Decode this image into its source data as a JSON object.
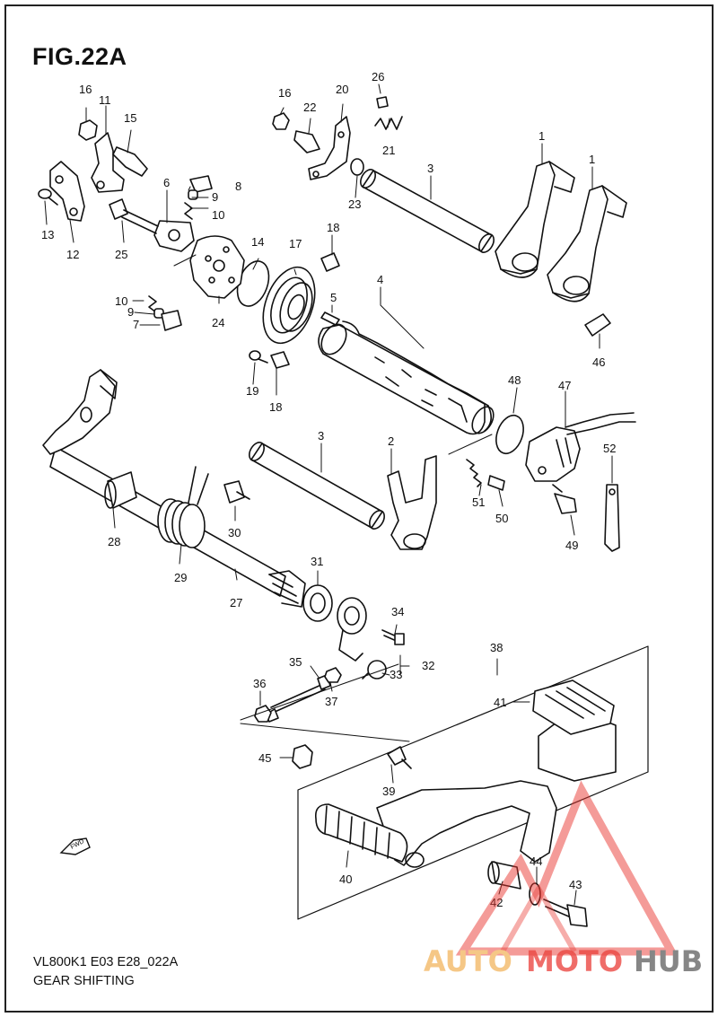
{
  "figure": {
    "title": "FIG.22A",
    "model_code": "VL800K1 E03 E28_022A",
    "section_name": "GEAR SHIFTING",
    "fwd_label": "FWD"
  },
  "callouts": [
    "1",
    "1",
    "2",
    "3",
    "3",
    "4",
    "5",
    "6",
    "7",
    "8",
    "9",
    "9",
    "10",
    "10",
    "11",
    "12",
    "13",
    "14",
    "15",
    "16",
    "16",
    "17",
    "18",
    "18",
    "19",
    "20",
    "21",
    "22",
    "23",
    "24",
    "25",
    "26",
    "27",
    "28",
    "29",
    "30",
    "31",
    "32",
    "33",
    "34",
    "35",
    "36",
    "37",
    "38",
    "39",
    "40",
    "41",
    "42",
    "43",
    "44",
    "45",
    "46",
    "47",
    "48",
    "49",
    "50",
    "51",
    "52"
  ],
  "watermark": {
    "part1": "AUTO",
    "part2": "MOTO",
    "part3": "HUB",
    "color_light": "#f5c27a",
    "color_red": "#e8352e",
    "color_gray": "#7a7a7a"
  },
  "colors": {
    "line": "#111111",
    "background": "#ffffff",
    "frame": "#222222"
  }
}
